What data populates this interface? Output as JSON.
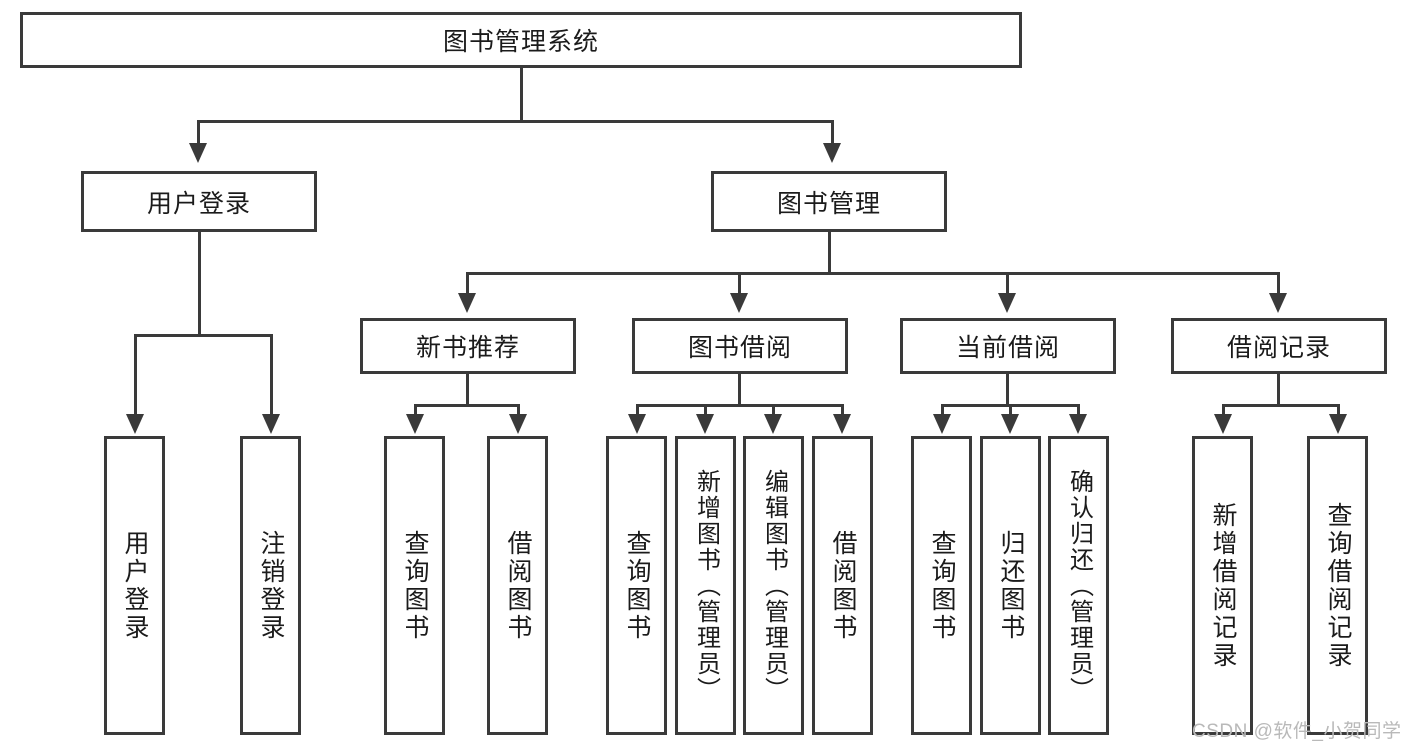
{
  "diagram": {
    "type": "tree-hierarchy-chart",
    "title": "图书管理系统",
    "root": {
      "label": "图书管理系统",
      "children": [
        {
          "label": "用户登录",
          "children": [
            {
              "label": "用户登录"
            },
            {
              "label": "注销登录"
            }
          ]
        },
        {
          "label": "图书管理",
          "children": [
            {
              "label": "新书推荐",
              "children": [
                {
                  "label": "查询图书"
                },
                {
                  "label": "借阅图书"
                }
              ]
            },
            {
              "label": "图书借阅",
              "children": [
                {
                  "label": "查询图书"
                },
                {
                  "label": "新增图书（管理员）"
                },
                {
                  "label": "编辑图书（管理员）"
                },
                {
                  "label": "借阅图书"
                }
              ]
            },
            {
              "label": "当前借阅",
              "children": [
                {
                  "label": "查询图书"
                },
                {
                  "label": "归还图书"
                },
                {
                  "label": "确认归还（管理员）"
                }
              ]
            },
            {
              "label": "借阅记录",
              "children": [
                {
                  "label": "新增借阅记录"
                },
                {
                  "label": "查询借阅记录"
                }
              ]
            }
          ]
        }
      ]
    },
    "nodes": {
      "root": "图书管理系统",
      "l2_user_login": "用户登录",
      "l2_book_mgmt": "图书管理",
      "l3_new_book_rec": "新书推荐",
      "l3_book_borrow": "图书借阅",
      "l3_current_borrow": "当前借阅",
      "l3_borrow_record": "借阅记录",
      "leaf_user_login": "用户登录",
      "leaf_logout": "注销登录",
      "leaf_rec_query_book": "查询图书",
      "leaf_rec_borrow_book": "借阅图书",
      "leaf_borrow_query_book": "查询图书",
      "leaf_borrow_add_book": "新增图书（管理员）",
      "leaf_borrow_edit_book": "编辑图书（管理员）",
      "leaf_borrow_borrow_book": "借阅图书",
      "leaf_cur_query_book": "查询图书",
      "leaf_cur_return_book": "归还图书",
      "leaf_cur_confirm_return": "确认归还（管理员）",
      "leaf_rec_add_record": "新增借阅记录",
      "leaf_rec_query_record": "查询借阅记录"
    },
    "colors": {
      "stroke": "#3a3a3a",
      "background": "#ffffff",
      "text": "#1b1b1b",
      "watermark": "#b9b9b9"
    }
  },
  "watermark": {
    "text": "CSDN @软件_小贺同学"
  }
}
